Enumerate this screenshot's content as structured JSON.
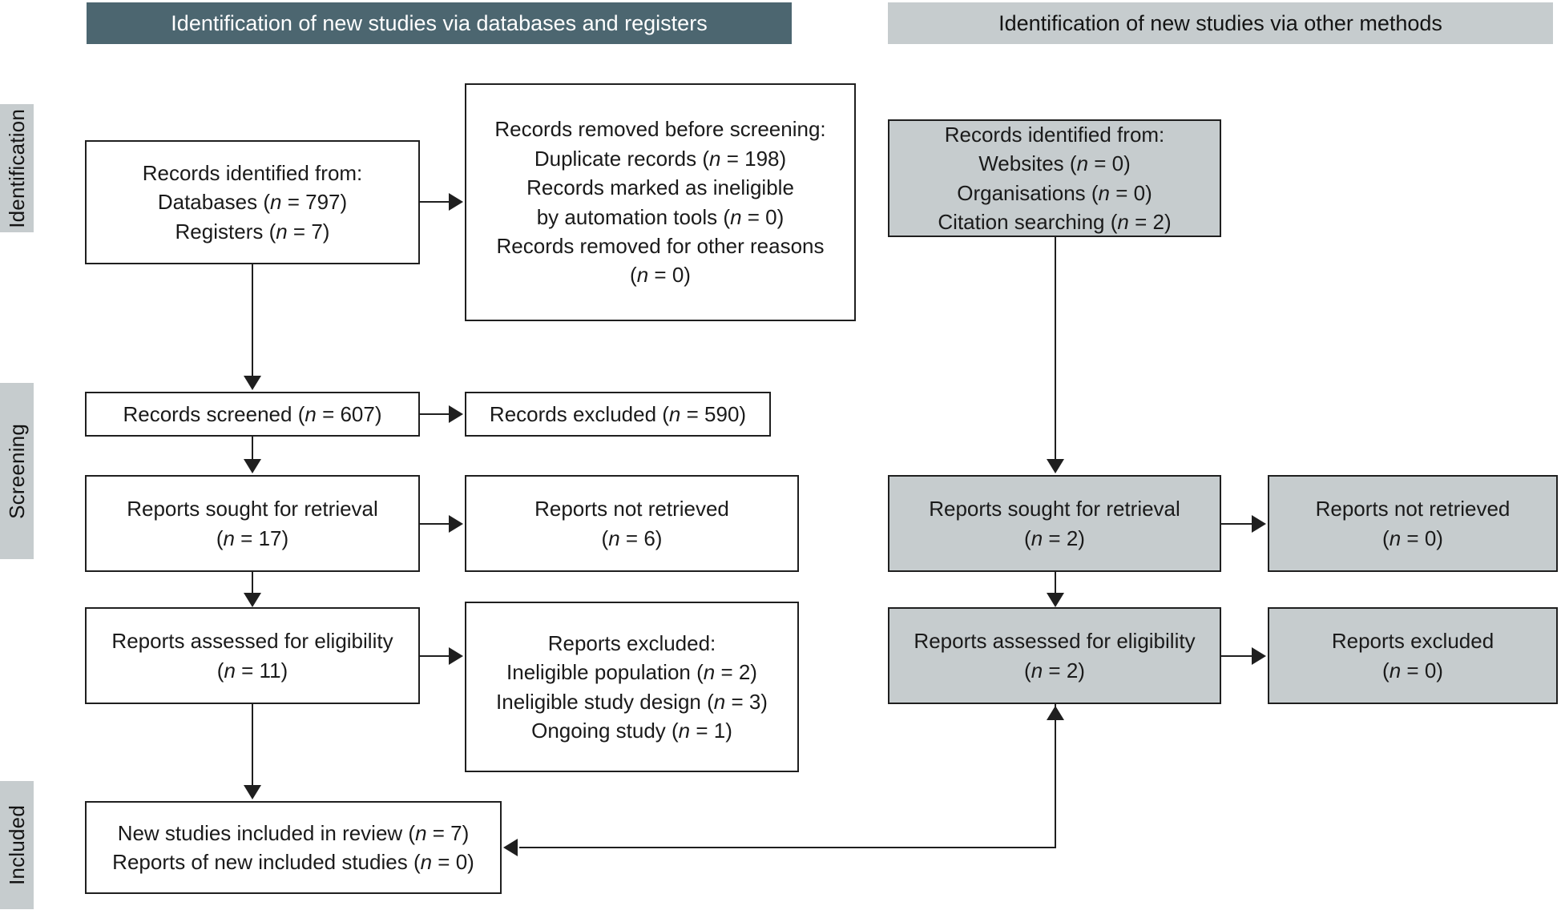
{
  "diagram": {
    "title": "PRISMA 2020 flow diagram for new systematic reviews",
    "colors": {
      "header_dark": "#4c6670",
      "header_light": "#c6ccce",
      "rail_grey": "#c6ccce",
      "box_grey": "#c6ccce",
      "box_white": "#ffffff",
      "line": "#1f1f1f"
    }
  },
  "headers": {
    "left": "Identification of new studies via databases and registers",
    "right": "Identification of new studies via other methods"
  },
  "phases": [
    {
      "label": "Identification"
    },
    {
      "label": "Screening"
    },
    {
      "label": "Included"
    }
  ],
  "left_column": {
    "records_identified": {
      "lines": [
        {
          "text": "Records identified from:"
        },
        {
          "text": "Databases (",
          "var": "n",
          "eq": " = ",
          "value": "797",
          "close": ")"
        },
        {
          "text": "Registers (",
          "var": "n",
          "eq": " = ",
          "value": "7",
          "close": ")"
        }
      ]
    },
    "records_removed": {
      "lines": [
        {
          "text": "Records removed before screening:"
        },
        {
          "text": "Duplicate records (",
          "var": "n",
          "eq": " = ",
          "value": "198",
          "close": ")"
        },
        {
          "text": "Records marked as ineligible"
        },
        {
          "text": "by automation tools (",
          "var": "n",
          "eq": " = ",
          "value": "0",
          "close": ")"
        },
        {
          "text": "Records removed for other reasons"
        },
        {
          "text": "(",
          "var": "n",
          "eq": " = ",
          "value": "0",
          "close": ")"
        }
      ]
    },
    "records_screened": {
      "lines": [
        {
          "text": "Records screened (",
          "var": "n",
          "eq": " = ",
          "value": "607",
          "close": ")"
        }
      ]
    },
    "records_excluded": {
      "lines": [
        {
          "text": "Records excluded (",
          "var": "n",
          "eq": " = ",
          "value": "590",
          "close": ")"
        }
      ]
    },
    "reports_sought": {
      "lines": [
        {
          "text": "Reports sought for retrieval"
        },
        {
          "text": "(",
          "var": "n",
          "eq": " = ",
          "value": "17",
          "close": ")"
        }
      ]
    },
    "reports_not_retrieved": {
      "lines": [
        {
          "text": "Reports not retrieved"
        },
        {
          "text": "(",
          "var": "n",
          "eq": " = ",
          "value": "6",
          "close": ")"
        }
      ]
    },
    "reports_assessed": {
      "lines": [
        {
          "text": "Reports assessed for eligibility"
        },
        {
          "text": "(",
          "var": "n",
          "eq": " = ",
          "value": "11",
          "close": ")"
        }
      ]
    },
    "reports_excluded": {
      "lines": [
        {
          "text": "Reports excluded:"
        },
        {
          "text": "Ineligible population (",
          "var": "n",
          "eq": " = ",
          "value": "2",
          "close": ")"
        },
        {
          "text": "Ineligible study design (",
          "var": "n",
          "eq": " = ",
          "value": "3",
          "close": ")"
        },
        {
          "text": "Ongoing study (",
          "var": "n",
          "eq": " = ",
          "value": "1",
          "close": ")"
        }
      ]
    },
    "included": {
      "lines": [
        {
          "text": "New studies included in review (",
          "var": "n",
          "eq": " = ",
          "value": "7",
          "close": ")"
        },
        {
          "text": "Reports of new included studies (",
          "var": "n",
          "eq": " = ",
          "value": "0",
          "close": ")"
        }
      ]
    }
  },
  "right_column": {
    "records_identified": {
      "lines": [
        {
          "text": "Records identified from:"
        },
        {
          "text": "Websites (",
          "var": "n",
          "eq": " = ",
          "value": "0",
          "close": ")"
        },
        {
          "text": "Organisations (",
          "var": "n",
          "eq": " = ",
          "value": "0",
          "close": ")"
        },
        {
          "text": "Citation searching (",
          "var": "n",
          "eq": " = ",
          "value": "2",
          "close": ")"
        }
      ]
    },
    "reports_sought": {
      "lines": [
        {
          "text": "Reports sought for retrieval"
        },
        {
          "text": "(",
          "var": "n",
          "eq": " = ",
          "value": "2",
          "close": ")"
        }
      ]
    },
    "reports_not_retrieved": {
      "lines": [
        {
          "text": "Reports not retrieved"
        },
        {
          "text": "(",
          "var": "n",
          "eq": " = ",
          "value": "0",
          "close": ")"
        }
      ]
    },
    "reports_assessed": {
      "lines": [
        {
          "text": "Reports assessed for eligibility"
        },
        {
          "text": "(",
          "var": "n",
          "eq": " = ",
          "value": "2",
          "close": ")"
        }
      ]
    },
    "reports_excluded": {
      "lines": [
        {
          "text": "Reports excluded"
        },
        {
          "text": "(",
          "var": "n",
          "eq": " = ",
          "value": "0",
          "close": ")"
        }
      ]
    }
  }
}
